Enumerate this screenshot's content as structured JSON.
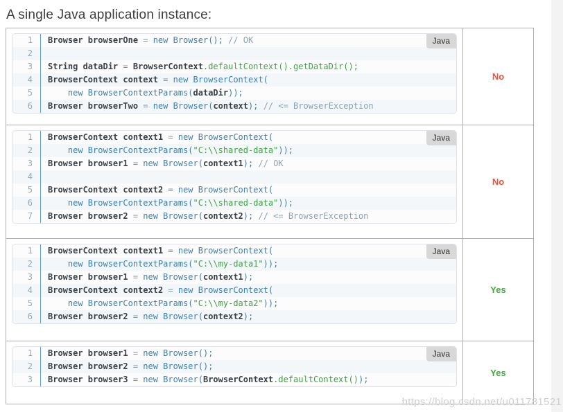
{
  "page": {
    "title": "A single Java application instance:",
    "watermark": "https://blog.csdn.net/u011781521"
  },
  "colors": {
    "title": "#3d3d3d",
    "border": "#adadad",
    "block_border": "#e0e0e6",
    "block_bg": "#fcfcfd",
    "stripe": "#f3f7f9",
    "line_number": "#94a8b8",
    "gutter_line": "#5b9fd2",
    "plain": "#3a4147",
    "keyword": "#3a7fb0",
    "string_method": "#3fa142",
    "comment": "#8ca1b3",
    "operator": "#7f93a2",
    "status_no": "#e8503a",
    "status_yes": "#46a546",
    "badge_bg": "#d8d8d8",
    "watermark": "#cfcfcf",
    "right_gutter": "#f3f3f3"
  },
  "table": {
    "badge_label": "Java",
    "rows": [
      {
        "status": "No",
        "status_type": "no",
        "code": [
          [
            [
              "p",
              "Browser browserOne "
            ],
            [
              "o",
              "= "
            ],
            [
              "k",
              "new Browser(); "
            ],
            [
              "c",
              "// OK"
            ]
          ],
          [],
          [
            [
              "p",
              "String dataDir "
            ],
            [
              "o",
              "= "
            ],
            [
              "p",
              "BrowserContext"
            ],
            [
              "m",
              ".defaultContext().getDataDir();"
            ]
          ],
          [
            [
              "p",
              "BrowserContext context "
            ],
            [
              "o",
              "= "
            ],
            [
              "k",
              "new BrowserContext("
            ]
          ],
          [
            [
              "k",
              "    new BrowserContextParams("
            ],
            [
              "p",
              "dataDir"
            ],
            [
              "k",
              "));"
            ]
          ],
          [
            [
              "p",
              "Browser browserTwo "
            ],
            [
              "o",
              "= "
            ],
            [
              "k",
              "new Browser("
            ],
            [
              "p",
              "context"
            ],
            [
              "k",
              "); "
            ],
            [
              "c",
              "// <= BrowserException"
            ]
          ]
        ]
      },
      {
        "status": "No",
        "status_type": "no",
        "code": [
          [
            [
              "p",
              "BrowserContext context1 "
            ],
            [
              "o",
              "= "
            ],
            [
              "k",
              "new BrowserContext("
            ]
          ],
          [
            [
              "k",
              "    new BrowserContextParams("
            ],
            [
              "m",
              "\"C:\\\\shared-data\""
            ],
            [
              "k",
              "));"
            ]
          ],
          [
            [
              "p",
              "Browser browser1 "
            ],
            [
              "o",
              "= "
            ],
            [
              "k",
              "new Browser("
            ],
            [
              "p",
              "context1"
            ],
            [
              "k",
              "); "
            ],
            [
              "c",
              "// OK"
            ]
          ],
          [],
          [
            [
              "p",
              "BrowserContext context2 "
            ],
            [
              "o",
              "= "
            ],
            [
              "k",
              "new BrowserContext("
            ]
          ],
          [
            [
              "k",
              "    new BrowserContextParams("
            ],
            [
              "m",
              "\"C:\\\\shared-data\""
            ],
            [
              "k",
              "));"
            ]
          ],
          [
            [
              "p",
              "Browser browser2 "
            ],
            [
              "o",
              "= "
            ],
            [
              "k",
              "new Browser("
            ],
            [
              "p",
              "context2"
            ],
            [
              "k",
              "); "
            ],
            [
              "c",
              "// <= BrowserException"
            ]
          ]
        ]
      },
      {
        "status": "Yes",
        "status_type": "yes",
        "code": [
          [
            [
              "p",
              "BrowserContext context1 "
            ],
            [
              "o",
              "= "
            ],
            [
              "k",
              "new BrowserContext("
            ]
          ],
          [
            [
              "k",
              "    new BrowserContextParams("
            ],
            [
              "m",
              "\"C:\\\\my-data1\""
            ],
            [
              "k",
              "));"
            ]
          ],
          [
            [
              "p",
              "Browser browser1 "
            ],
            [
              "o",
              "= "
            ],
            [
              "k",
              "new Browser("
            ],
            [
              "p",
              "context1"
            ],
            [
              "k",
              ");"
            ]
          ],
          [
            [
              "p",
              "BrowserContext context2 "
            ],
            [
              "o",
              "= "
            ],
            [
              "k",
              "new BrowserContext("
            ]
          ],
          [
            [
              "k",
              "    new BrowserContextParams("
            ],
            [
              "m",
              "\"C:\\\\my-data2\""
            ],
            [
              "k",
              "));"
            ]
          ],
          [
            [
              "p",
              "Browser browser2 "
            ],
            [
              "o",
              "= "
            ],
            [
              "k",
              "new Browser("
            ],
            [
              "p",
              "context2"
            ],
            [
              "k",
              ");"
            ]
          ]
        ]
      },
      {
        "status": "Yes",
        "status_type": "yes",
        "code": [
          [
            [
              "p",
              "Browser browser1 "
            ],
            [
              "o",
              "= "
            ],
            [
              "k",
              "new Browser();"
            ]
          ],
          [
            [
              "p",
              "Browser browser2 "
            ],
            [
              "o",
              "= "
            ],
            [
              "k",
              "new Browser();"
            ]
          ],
          [
            [
              "p",
              "Browser browser3 "
            ],
            [
              "o",
              "= "
            ],
            [
              "k",
              "new Browser("
            ],
            [
              "p",
              "BrowserContext"
            ],
            [
              "m",
              ".defaultContext()"
            ],
            [
              "k",
              ");"
            ]
          ]
        ]
      }
    ]
  }
}
